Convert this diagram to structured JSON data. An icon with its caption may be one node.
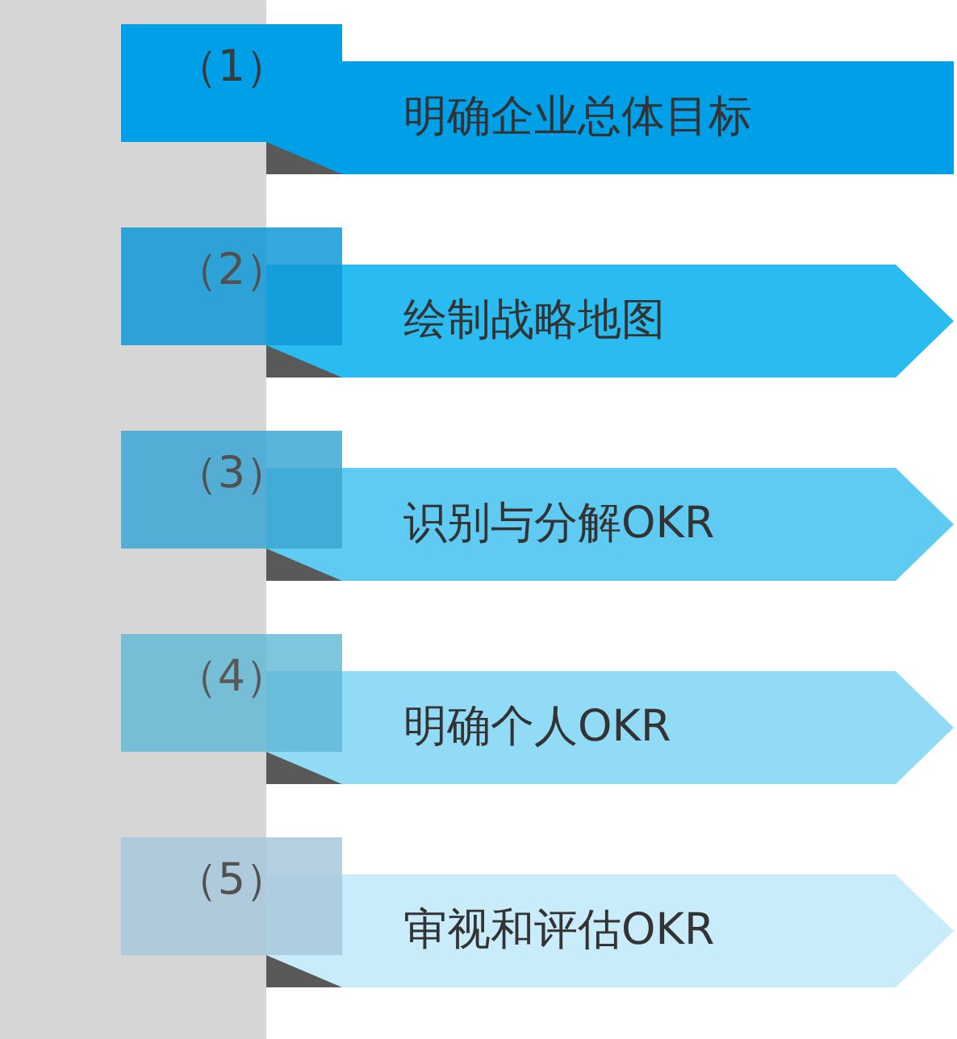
{
  "diagram": {
    "nodes": [
      {
        "text": [],
        "shape": "bar"
      },
      {
        "text": [
          "（1）"
        ]
      },
      {
        "text": [
          "明确企业总体目标"
        ]
      },
      {
        "text": [
          "（2）"
        ]
      },
      {
        "text": [
          "绘制战略地图"
        ]
      },
      {
        "text": [
          "（3）"
        ]
      },
      {
        "text": [
          "识别与分解OKR"
        ]
      },
      {
        "text": [
          "（4）"
        ]
      },
      {
        "text": [
          "明确个人OKR"
        ]
      },
      {
        "text": [
          "（5）"
        ]
      },
      {
        "text": [
          "审视和评估OKR"
        ]
      }
    ]
  }
}
